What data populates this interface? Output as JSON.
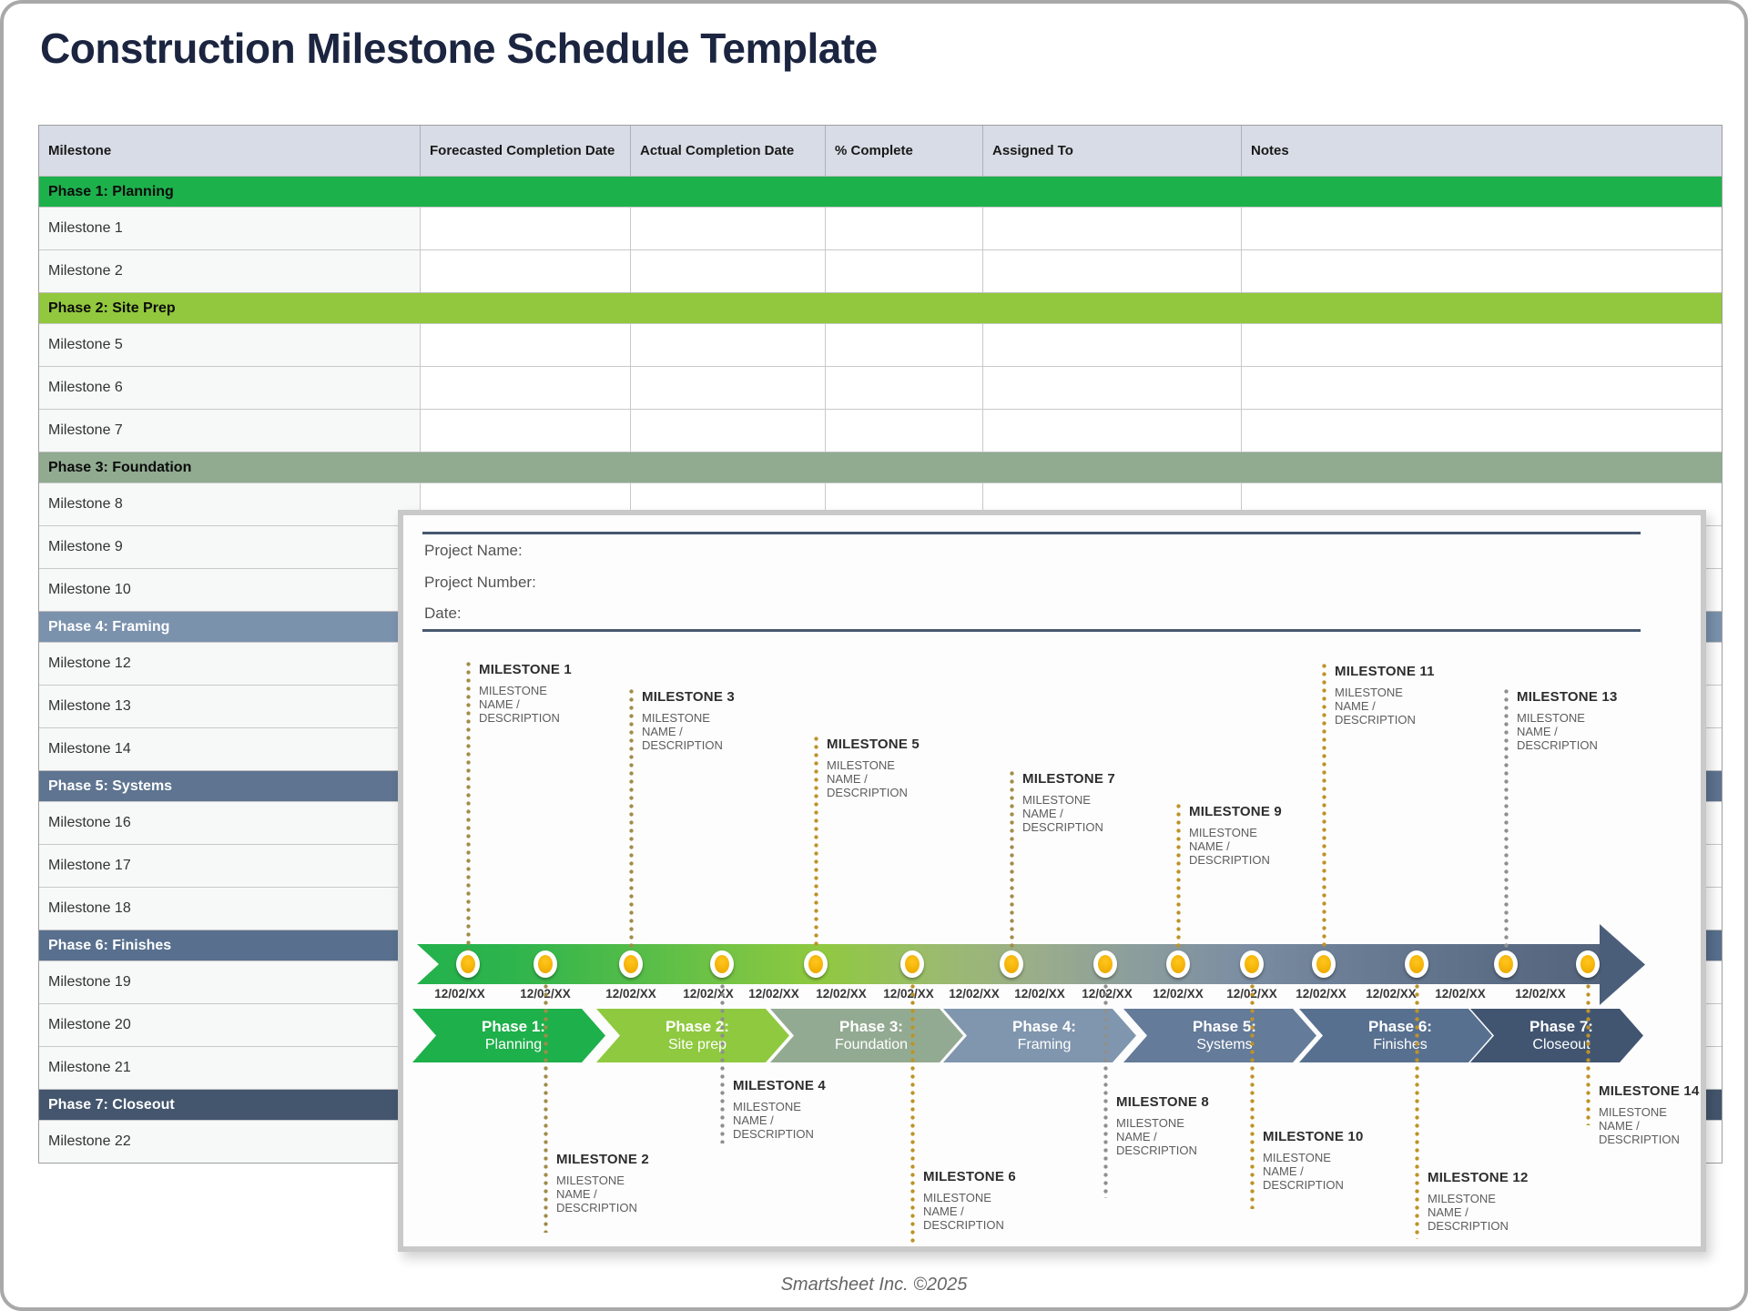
{
  "page": {
    "title": "Construction Milestone Schedule Template",
    "footer": "Smartsheet Inc. ©2025"
  },
  "colors": {
    "title_text": "#1b2540",
    "header_bg": "#d8dce6",
    "divider": "#47586f",
    "node_amber": "#f2b100",
    "bar_green": "#23b14c",
    "bar_slate": "#53647c"
  },
  "table": {
    "columns": [
      "Milestone",
      "Forecasted Completion Date",
      "Actual Completion Date",
      "% Complete",
      "Assigned To",
      "Notes"
    ],
    "rows": [
      {
        "type": "phase",
        "label": "Phase 1: Planning",
        "bg": "#1db14c",
        "fg": "#0c0c0c"
      },
      {
        "type": "milestone",
        "label": "Milestone 1"
      },
      {
        "type": "milestone",
        "label": "Milestone 2"
      },
      {
        "type": "phase",
        "label": "Phase 2: Site Prep",
        "bg": "#92c83e",
        "fg": "#0c0c0c"
      },
      {
        "type": "milestone",
        "label": "Milestone 5"
      },
      {
        "type": "milestone",
        "label": "Milestone 6"
      },
      {
        "type": "milestone",
        "label": "Milestone 7"
      },
      {
        "type": "phase",
        "label": "Phase 3: Foundation",
        "bg": "#90ab90",
        "fg": "#0c0c0c"
      },
      {
        "type": "milestone",
        "label": "Milestone 8"
      },
      {
        "type": "milestone",
        "label": "Milestone 9"
      },
      {
        "type": "milestone",
        "label": "Milestone 10"
      },
      {
        "type": "phase",
        "label": "Phase 4: Framing",
        "bg": "#7b92ad",
        "fg": "#ffffff"
      },
      {
        "type": "milestone",
        "label": "Milestone 12"
      },
      {
        "type": "milestone",
        "label": "Milestone 13"
      },
      {
        "type": "milestone",
        "label": "Milestone 14"
      },
      {
        "type": "phase",
        "label": "Phase 5: Systems",
        "bg": "#5e7490",
        "fg": "#ffffff"
      },
      {
        "type": "milestone",
        "label": "Milestone 16"
      },
      {
        "type": "milestone",
        "label": "Milestone 17"
      },
      {
        "type": "milestone",
        "label": "Milestone 18"
      },
      {
        "type": "phase",
        "label": "Phase 6: Finishes",
        "bg": "#58708e",
        "fg": "#ffffff"
      },
      {
        "type": "milestone",
        "label": "Milestone 19"
      },
      {
        "type": "milestone",
        "label": "Milestone 20"
      },
      {
        "type": "milestone",
        "label": "Milestone 21"
      },
      {
        "type": "phase",
        "label": "Phase 7: Closeout",
        "bg": "#44566e",
        "fg": "#ffffff"
      },
      {
        "type": "milestone",
        "label": "Milestone 22"
      }
    ]
  },
  "panel": {
    "fields": [
      {
        "label": "Project Name:",
        "name": "project-name"
      },
      {
        "label": "Project Number:",
        "name": "project-number"
      },
      {
        "label": "Date:",
        "name": "date"
      }
    ],
    "timeline": {
      "date_text": "12/02/XX",
      "date_count": 16,
      "milestones": [
        {
          "num": 1,
          "title": "MILESTONE 1",
          "desc": [
            "MILESTONE",
            "NAME /",
            "DESCRIPTION"
          ],
          "line_color": "#a18c4a"
        },
        {
          "num": 2,
          "title": "MILESTONE 2",
          "desc": [
            "MILESTONE",
            "NAME /",
            "DESCRIPTION"
          ],
          "line_color": "#a18c4a"
        },
        {
          "num": 3,
          "title": "MILESTONE 3",
          "desc": [
            "MILESTONE",
            "NAME /",
            "DESCRIPTION"
          ],
          "line_color": "#a18c4a"
        },
        {
          "num": 4,
          "title": "MILESTONE 4",
          "desc": [
            "MILESTONE",
            "NAME /",
            "DESCRIPTION"
          ],
          "line_color": "#8f8f8f"
        },
        {
          "num": 5,
          "title": "MILESTONE 5",
          "desc": [
            "MILESTONE",
            "NAME /",
            "DESCRIPTION"
          ],
          "line_color": "#bd9327"
        },
        {
          "num": 6,
          "title": "MILESTONE 6",
          "desc": [
            "MILESTONE",
            "NAME /",
            "DESCRIPTION"
          ],
          "line_color": "#bd9327"
        },
        {
          "num": 7,
          "title": "MILESTONE 7",
          "desc": [
            "MILESTONE",
            "NAME /",
            "DESCRIPTION"
          ],
          "line_color": "#a18c4a"
        },
        {
          "num": 8,
          "title": "MILESTONE 8",
          "desc": [
            "MILESTONE",
            "NAME /",
            "DESCRIPTION"
          ],
          "line_color": "#8f8f8f"
        },
        {
          "num": 9,
          "title": "MILESTONE 9",
          "desc": [
            "MILESTONE",
            "NAME /",
            "DESCRIPTION"
          ],
          "line_color": "#bd9327"
        },
        {
          "num": 10,
          "title": "MILESTONE 10",
          "desc": [
            "MILESTONE",
            "NAME /",
            "DESCRIPTION"
          ],
          "line_color": "#bd9327"
        },
        {
          "num": 11,
          "title": "MILESTONE 11",
          "desc": [
            "MILESTONE",
            "NAME /",
            "DESCRIPTION"
          ],
          "line_color": "#bd9327"
        },
        {
          "num": 12,
          "title": "MILESTONE 12",
          "desc": [
            "MILESTONE",
            "NAME /",
            "DESCRIPTION"
          ],
          "line_color": "#bd9327"
        },
        {
          "num": 13,
          "title": "MILESTONE 13",
          "desc": [
            "MILESTONE",
            "NAME /",
            "DESCRIPTION"
          ],
          "line_color": "#8f8f8f"
        },
        {
          "num": 14,
          "title": "MILESTONE 14",
          "desc": [
            "MILESTONE",
            "NAME /",
            "DESCRIPTION"
          ],
          "line_color": "#bd9327"
        }
      ],
      "phases": [
        {
          "line1": "Phase 1:",
          "line2": "Planning",
          "color": "#1eb04b"
        },
        {
          "line1": "Phase 2:",
          "line2": "Site prep",
          "color": "#8fc93f"
        },
        {
          "line1": "Phase 3:",
          "line2": "Foundation",
          "color": "#93aa92"
        },
        {
          "line1": "Phase 4:",
          "line2": "Framing",
          "color": "#8096ae"
        },
        {
          "line1": "Phase 5:",
          "line2": "Systems",
          "color": "#647b99"
        },
        {
          "line1": "Phase 6:",
          "line2": "Finishes",
          "color": "#587090"
        },
        {
          "line1": "Phase 7:",
          "line2": "Closeout",
          "color": "#415571"
        }
      ]
    }
  }
}
